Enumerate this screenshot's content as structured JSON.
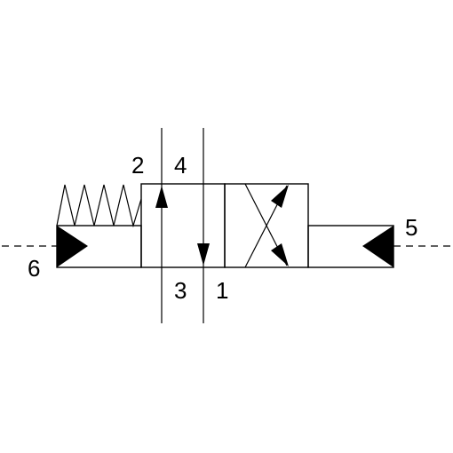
{
  "diagram": {
    "ports": {
      "p2": "2",
      "p4": "4",
      "p3": "3",
      "p1": "1",
      "p5": "5",
      "p6": "6"
    },
    "colors": {
      "stroke": "#000000",
      "background": "#ffffff"
    }
  }
}
